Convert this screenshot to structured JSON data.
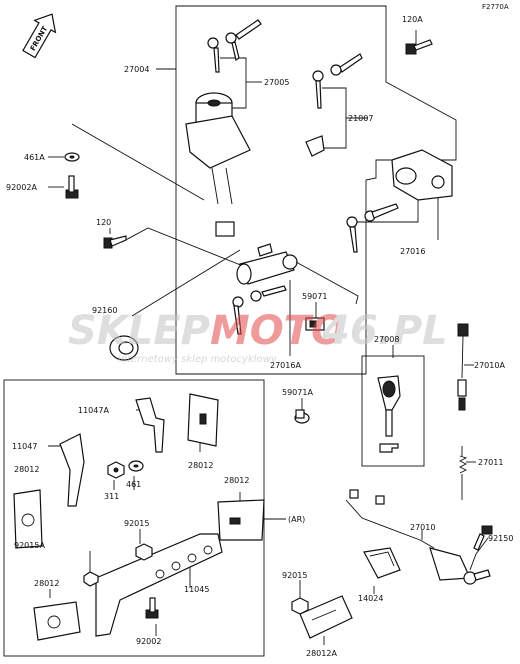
{
  "diagram_code": "F2770A",
  "front_label": "FRONT",
  "ar_label": "(AR)",
  "watermark": {
    "brand_part1": "SKLEP",
    "brand_part2": "MOTO",
    "brand_part3": "46.PL",
    "tagline": "internetowy sklep motocyklowy",
    "color_gray": "#c4c4c4",
    "color_red": "#e24a4a"
  },
  "parts": {
    "p27004": "27004",
    "p27005": "27005",
    "p120A": "120A",
    "p21007": "21007",
    "p461A": "461A",
    "p92002A": "92002A",
    "p120": "120",
    "p27016": "27016",
    "p92160": "92160",
    "p59071": "59071",
    "p27016A": "27016A",
    "p27008": "27008",
    "p27010A": "27010A",
    "p59071A": "59071A",
    "p11047A": "11047A",
    "p11047": "11047",
    "p28012a": "28012",
    "p28012b": "28012",
    "p311": "311",
    "p461": "461",
    "p28012c": "28012",
    "p27011": "27011",
    "p92015": "92015",
    "p92015A": "92015A",
    "p11045": "11045",
    "p28012d": "28012",
    "p92002": "92002",
    "p27010": "27010",
    "p92150": "92150",
    "p92015b": "92015",
    "p14024": "14024",
    "p28012A": "28012A"
  }
}
